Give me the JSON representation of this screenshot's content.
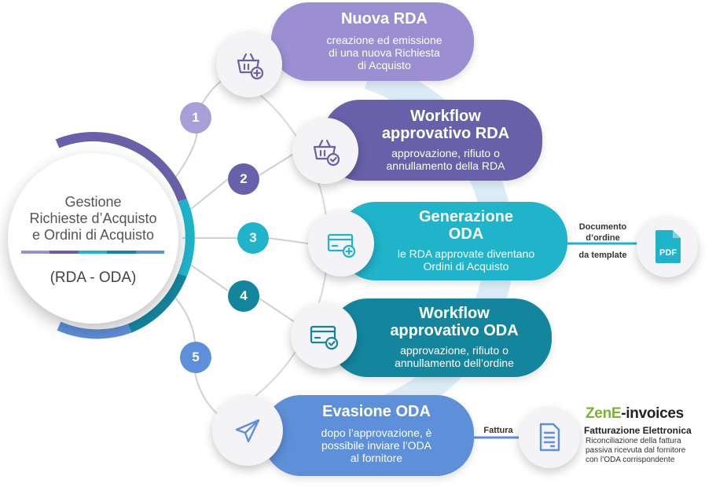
{
  "hub": {
    "title_line1": "Gestione",
    "title_line2": "Richieste d’Acquisto",
    "title_line3": "e Ordini di Acquisto",
    "subtitle": "(RDA - ODA)"
  },
  "steps": [
    {
      "number": "1",
      "title": "Nuova RDA",
      "desc_line1": "creazione ed emissione",
      "desc_line2": "di una nuova Richiesta",
      "desc_line3": "di Acquisto",
      "color": "#9b8fd2",
      "number_color": "#a79fd7",
      "icon": "basket-plus-icon"
    },
    {
      "number": "2",
      "title_line1": "Workflow",
      "title_line2": "approvativo RDA",
      "desc_line1": "approvazione, rifiuto o",
      "desc_line2": "annullamento della RDA",
      "color": "#6860a8",
      "number_color": "#6860a8",
      "icon": "basket-check-icon"
    },
    {
      "number": "3",
      "title_line1": "Generazione",
      "title_line2": "ODA",
      "desc_line1": "le RDA approvate diventano",
      "desc_line2": "Ordini di Acquisto",
      "color": "#1fb4ca",
      "number_color": "#1fb4ca",
      "icon": "card-plus-icon"
    },
    {
      "number": "4",
      "title_line1": "Workflow",
      "title_line2": "approvativo ODA",
      "desc_line1": "approvazione, rifiuto o",
      "desc_line2": "annullamento dell’ordine",
      "color": "#13869e",
      "number_color": "#13869e",
      "icon": "card-check-icon"
    },
    {
      "number": "5",
      "title": "Evasione ODA",
      "desc_line1": "dopo l’approvazione, è",
      "desc_line2": "possibile inviare l’ODA",
      "desc_line3": "al fornitore",
      "color": "#5e8fd9",
      "number_color": "#5e8fd9",
      "icon": "paper-plane-icon"
    }
  ],
  "pdf_link": {
    "label_line1": "Documento",
    "label_line2": "d’ordine",
    "label_line3": "da template",
    "icon_text": "PDF"
  },
  "invoice_link": {
    "label": "Fattura"
  },
  "zen": {
    "logo_part1": "ZenE",
    "logo_part2": "-invoices",
    "title": "Fatturazione Elettronica",
    "desc_line1": "Riconciliazione della fattura",
    "desc_line2": "passiva ricevuta dal fornitore",
    "desc_line3": "con l’ODA corrispondente"
  },
  "colors": {
    "purple_light": "#9b8fd2",
    "purple_dark": "#6860a8",
    "teal": "#1fb4ca",
    "teal_dark": "#13869e",
    "blue": "#5e8fd9",
    "band": "#dcecf6"
  }
}
